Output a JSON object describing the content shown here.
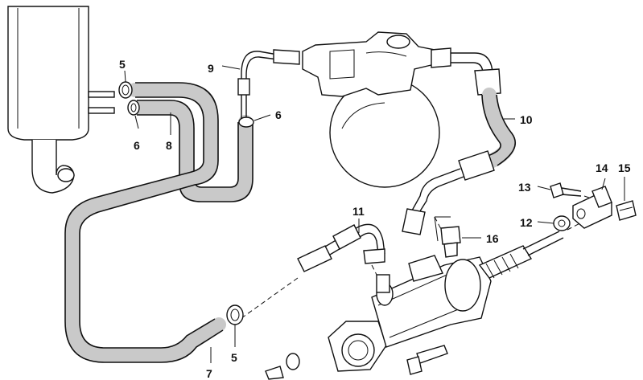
{
  "labels": {
    "p5a": "5",
    "p6a": "6",
    "p8": "8",
    "p9": "9",
    "p6b": "6",
    "p10": "10",
    "p11": "11",
    "p13": "13",
    "p14": "14",
    "p15": "15",
    "p12": "12",
    "p16": "16",
    "p5b": "5",
    "p7": "7"
  }
}
